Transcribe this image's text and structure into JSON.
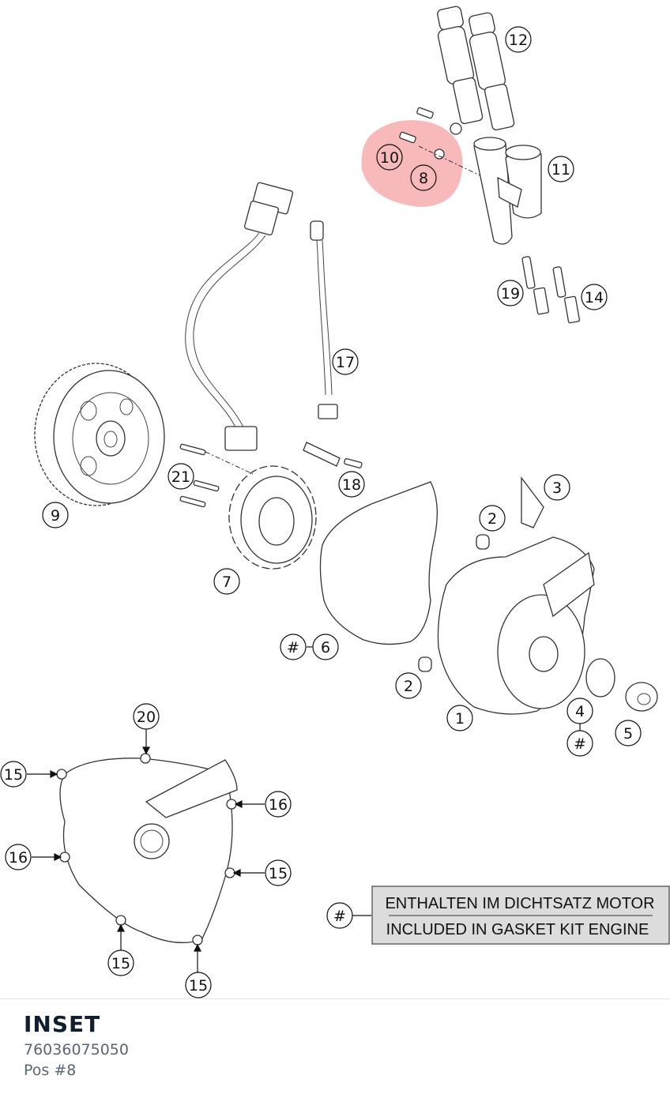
{
  "callouts": {
    "c1": "1",
    "c2a": "2",
    "c2b": "2",
    "c3": "3",
    "c4": "4",
    "c4h": "#",
    "c5": "5",
    "c6": "6",
    "c6h": "#",
    "c7": "7",
    "c8": "8",
    "c9": "9",
    "c10": "10",
    "c11": "11",
    "c12": "12",
    "c14": "14",
    "c15a": "15",
    "c15b": "15",
    "c15c": "15",
    "c15d": "15",
    "c16a": "16",
    "c16b": "16",
    "c17": "17",
    "c18": "18",
    "c19": "19",
    "c20": "20",
    "c21": "21",
    "legend_hash": "#"
  },
  "legend": {
    "line1": "ENTHALTEN IM DICHTSATZ MOTOR",
    "line2": "INCLUDED IN GASKET KIT ENGINE"
  },
  "highlight_color": "#f08080",
  "footer": {
    "title": "INSET",
    "part_number": "76036075050",
    "position": "Pos #8"
  }
}
